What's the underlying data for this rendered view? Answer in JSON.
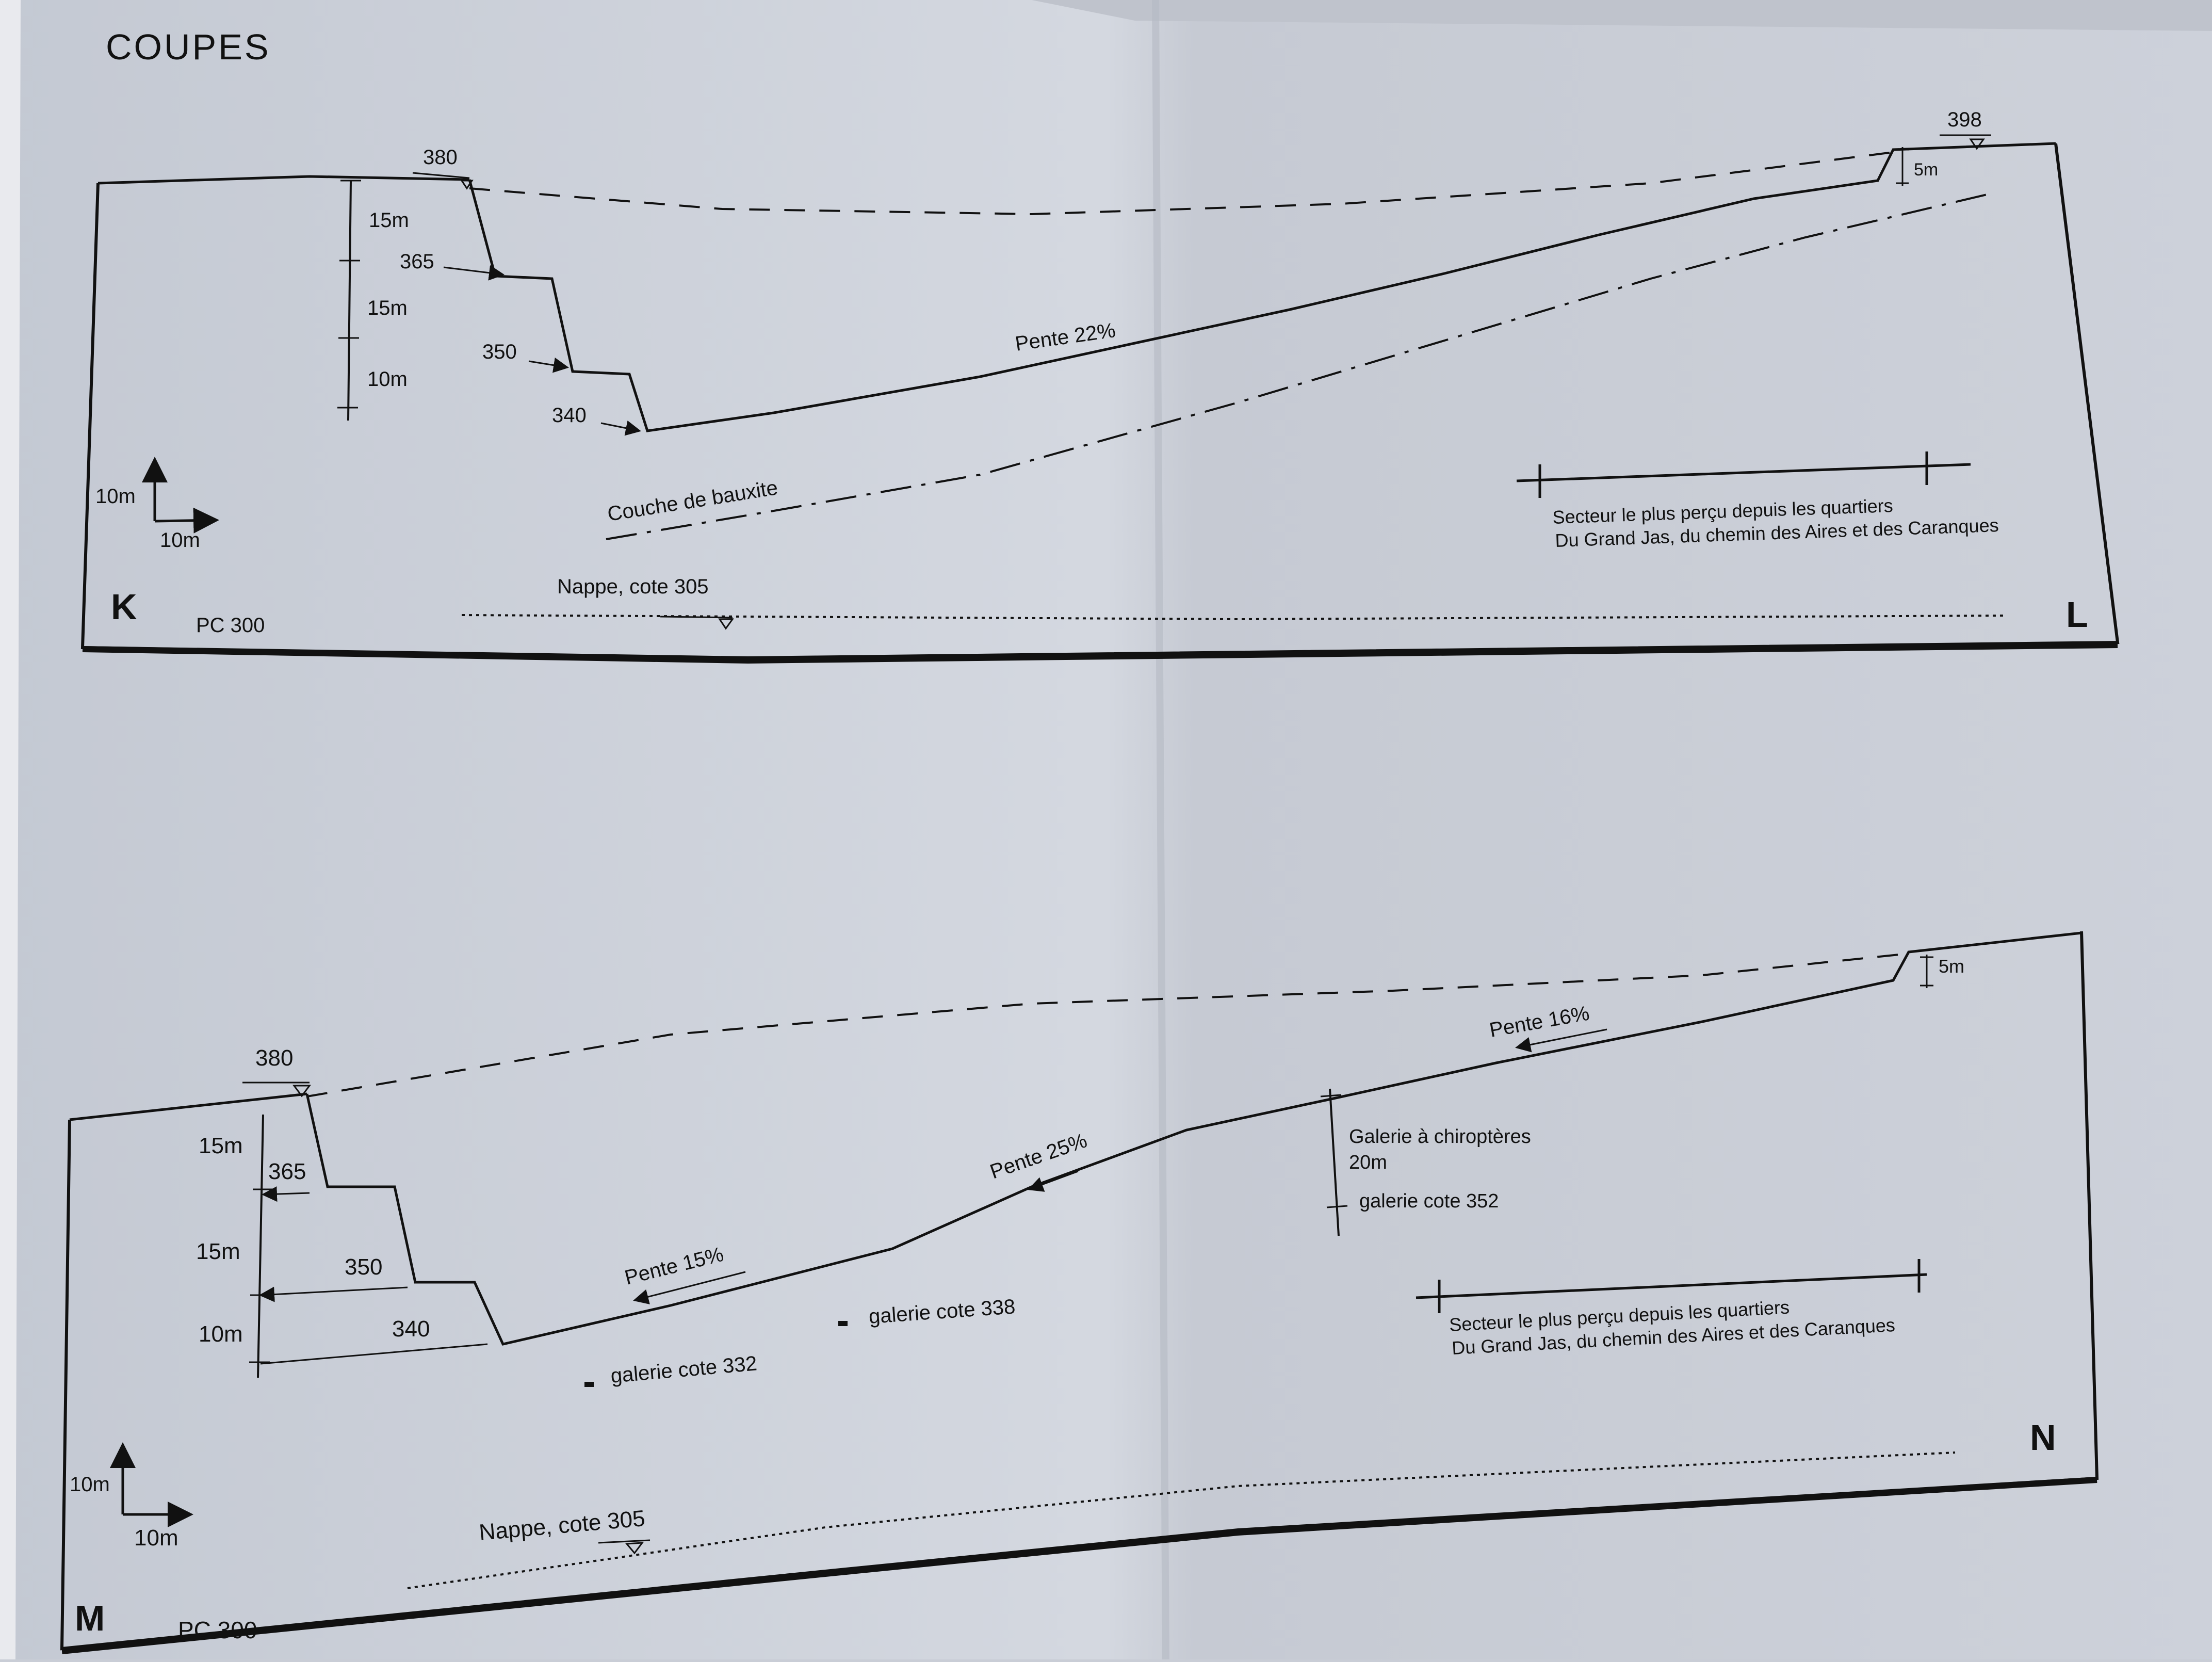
{
  "title": "COUPES",
  "section_kl": {
    "left_letter": "K",
    "right_letter": "L",
    "pc": "PC 300",
    "cote_380": "380",
    "cote_365": "365",
    "cote_350": "350",
    "cote_340": "340",
    "cote_398": "398",
    "h15a": "15m",
    "h15b": "15m",
    "h10": "10m",
    "h5": "5m",
    "slope": "Pente 22%",
    "bauxite": "Couche de bauxite",
    "nappe": "Nappe, cote 305",
    "scale_v": "10m",
    "scale_h": "10m",
    "secteur_1": "Secteur le plus perçu depuis les quartiers",
    "secteur_2": "Du Grand Jas, du chemin des Aires et des Caranques"
  },
  "section_mn": {
    "left_letter": "M",
    "right_letter": "N",
    "pc": "PC 300",
    "cote_380": "380",
    "cote_365": "365",
    "cote_350": "350",
    "cote_340": "340",
    "h15a": "15m",
    "h15b": "15m",
    "h10": "10m",
    "h5": "5m",
    "slope_15": "Pente 15%",
    "slope_25": "Pente 25%",
    "slope_16": "Pente 16%",
    "galerie_chiro": "Galerie à chiroptères",
    "galerie_chiro_h": "20m",
    "galerie_352": "galerie cote 352",
    "galerie_338": "galerie cote 338",
    "galerie_332": "galerie cote 332",
    "nappe": "Nappe, cote 305",
    "scale_v": "10m",
    "scale_h": "10m",
    "secteur_1": "Secteur le plus perçu depuis les quartiers",
    "secteur_2": "Du Grand Jas, du chemin des Aires et des Caranques"
  }
}
